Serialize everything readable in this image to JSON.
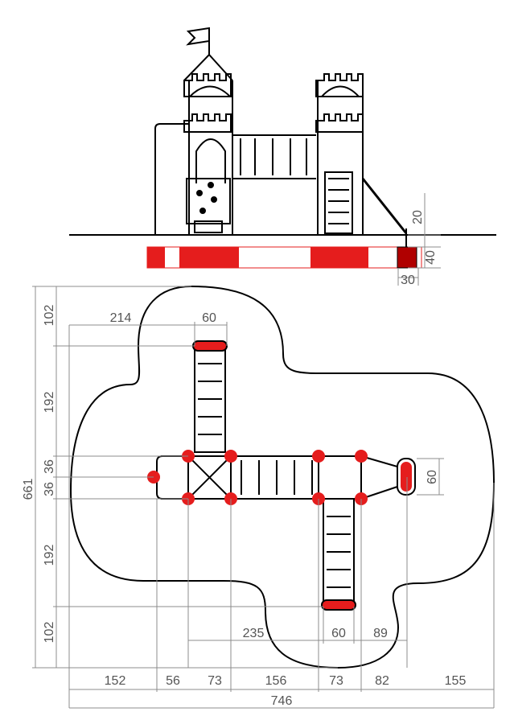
{
  "elevation": {
    "dimensions": {
      "height_above_ground": "20",
      "footing_depth": "40",
      "footing_width": "30"
    }
  },
  "plan": {
    "vertical_dims": {
      "top_margin": "102",
      "top_slide": "192",
      "upper_half": "36",
      "lower_half": "36",
      "bottom_slide": "192",
      "bottom_margin": "102",
      "total_height": "661"
    },
    "horizontal_top": {
      "left_offset": "214",
      "slide_width": "60"
    },
    "side_dim": {
      "end_width": "60"
    },
    "horizontal_lower": {
      "offset": "235",
      "slide_width": "60",
      "right": "89"
    },
    "horizontal_bottom": [
      "152",
      "56",
      "73",
      "156",
      "73",
      "82",
      "155"
    ],
    "total_width": "746"
  },
  "colors": {
    "footing": "#e51d1d",
    "structure": "#000000",
    "dimension": "#8c8c8c"
  }
}
